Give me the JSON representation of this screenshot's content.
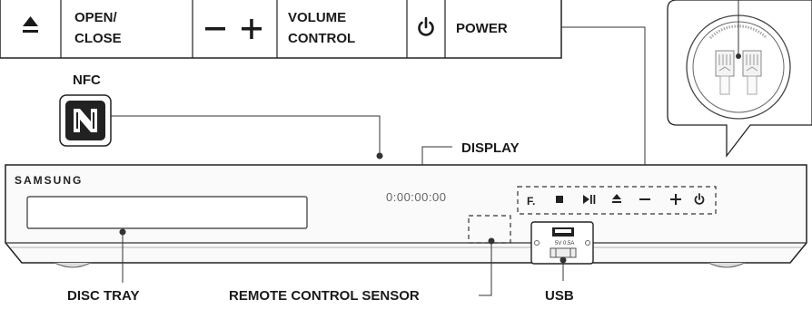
{
  "header_table": {
    "open_close_label_line1": "OPEN/",
    "open_close_label_line2": "CLOSE",
    "volume_label_line1": "VOLUME",
    "volume_label_line2": "CONTROL",
    "power_label": "POWER"
  },
  "callouts": {
    "nfc": "NFC",
    "display": "DISPLAY",
    "disc_tray": "DISC TRAY",
    "remote_sensor": "REMOTE CONTROL SENSOR",
    "usb": "USB"
  },
  "device": {
    "brand": "SAMSUNG",
    "display_readout": "0:00:00:00",
    "usb_port_text": "5V 0.5A",
    "touch_buttons": [
      "F.",
      "stop",
      "play-pause",
      "eject",
      "minus",
      "plus",
      "power"
    ]
  },
  "icons": {
    "eject": "eject-icon",
    "minus": "minus-icon",
    "plus": "plus-icon",
    "power": "power-icon",
    "nfc": "nfc-icon"
  }
}
